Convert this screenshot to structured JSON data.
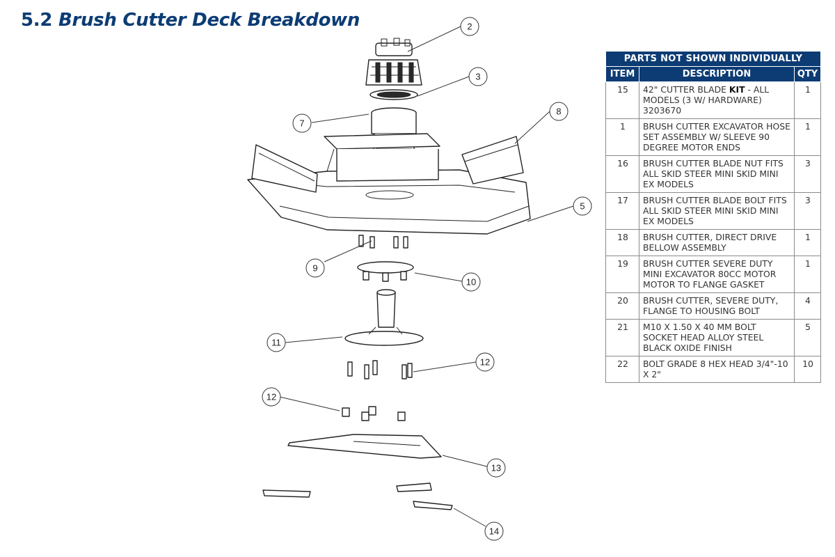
{
  "page": {
    "section_number": "5.2",
    "title": "Brush Cutter Deck Breakdown"
  },
  "diagram": {
    "callouts": [
      "2",
      "3",
      "7",
      "8",
      "5",
      "9",
      "10",
      "11",
      "12",
      "12",
      "13",
      "14"
    ]
  },
  "parts_table": {
    "caption": "PARTS NOT SHOWN INDIVIDUALLY",
    "headers": {
      "item": "ITEM",
      "description": "DESCRIPTION",
      "qty": "QTY"
    },
    "rows": [
      {
        "item": "15",
        "desc_pre": "42\" CUTTER BLADE ",
        "desc_bold": "KIT",
        "desc_post": " - ALL MODELS (3 W/ HARDWARE) 3203670",
        "qty": "1"
      },
      {
        "item": "1",
        "desc_pre": "BRUSH CUTTER EXCAVATOR HOSE SET ASSEMBLY W/ SLEEVE 90 DEGREE MOTOR ENDS",
        "desc_bold": "",
        "desc_post": "",
        "qty": "1"
      },
      {
        "item": "16",
        "desc_pre": "BRUSH CUTTER BLADE NUT FITS ALL SKID STEER MINI SKID MINI EX MODELS",
        "desc_bold": "",
        "desc_post": "",
        "qty": "3"
      },
      {
        "item": "17",
        "desc_pre": "BRUSH CUTTER BLADE BOLT FITS ALL SKID STEER MINI SKID MINI EX MODELS",
        "desc_bold": "",
        "desc_post": "",
        "qty": "3"
      },
      {
        "item": "18",
        "desc_pre": "BRUSH CUTTER, DIRECT DRIVE BELLOW ASSEMBLY",
        "desc_bold": "",
        "desc_post": "",
        "qty": "1"
      },
      {
        "item": "19",
        "desc_pre": "BRUSH CUTTER SEVERE DUTY MINI EXCAVATOR 80CC MOTOR MOTOR TO FLANGE GASKET",
        "desc_bold": "",
        "desc_post": "",
        "qty": "1"
      },
      {
        "item": "20",
        "desc_pre": "BRUSH CUTTER, SEVERE DUTY, FLANGE TO HOUSING BOLT",
        "desc_bold": "",
        "desc_post": "",
        "qty": "4"
      },
      {
        "item": "21",
        "desc_pre": "M10 X 1.50 X 40 MM BOLT SOCKET HEAD ALLOY STEEL BLACK OXIDE FINISH",
        "desc_bold": "",
        "desc_post": "",
        "qty": "5"
      },
      {
        "item": "22",
        "desc_pre": "BOLT GRADE 8 HEX HEAD 3/4\"-10 X 2\"",
        "desc_bold": "",
        "desc_post": "",
        "qty": "10"
      }
    ]
  }
}
